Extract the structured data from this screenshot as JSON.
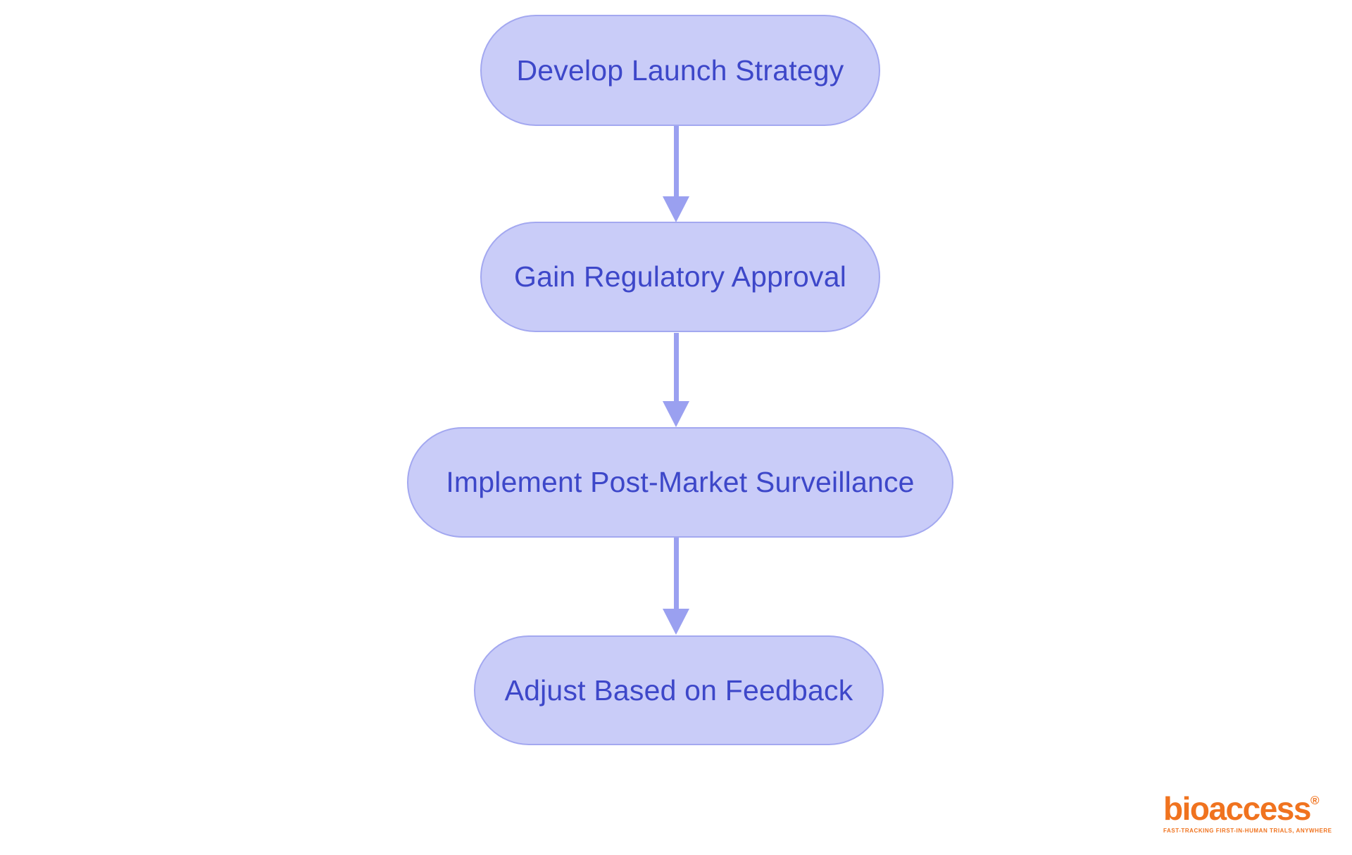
{
  "flowchart": {
    "type": "vertical-process-flow",
    "nodes": [
      {
        "id": "develop-launch-strategy",
        "label": "Develop Launch Strategy"
      },
      {
        "id": "gain-regulatory-approval",
        "label": "Gain Regulatory Approval"
      },
      {
        "id": "implement-post-market-surveillance",
        "label": "Implement Post-Market Surveillance"
      },
      {
        "id": "adjust-based-on-feedback",
        "label": "Adjust Based on Feedback"
      }
    ],
    "edges": [
      {
        "from": "develop-launch-strategy",
        "to": "gain-regulatory-approval"
      },
      {
        "from": "gain-regulatory-approval",
        "to": "implement-post-market-surveillance"
      },
      {
        "from": "implement-post-market-surveillance",
        "to": "adjust-based-on-feedback"
      }
    ],
    "colors": {
      "background": "#FFFFFF",
      "node_fill": "#C9CCF8",
      "node_border": "#A3A8F0",
      "node_text": "#3D47C9",
      "arrow": "#9AA0F0"
    }
  },
  "branding": {
    "logo_text": "bioaccess",
    "registered_mark": "®",
    "tagline": "FAST-TRACKING FIRST-IN-HUMAN TRIALS, ANYWHERE",
    "logo_color": "#F0731F"
  }
}
